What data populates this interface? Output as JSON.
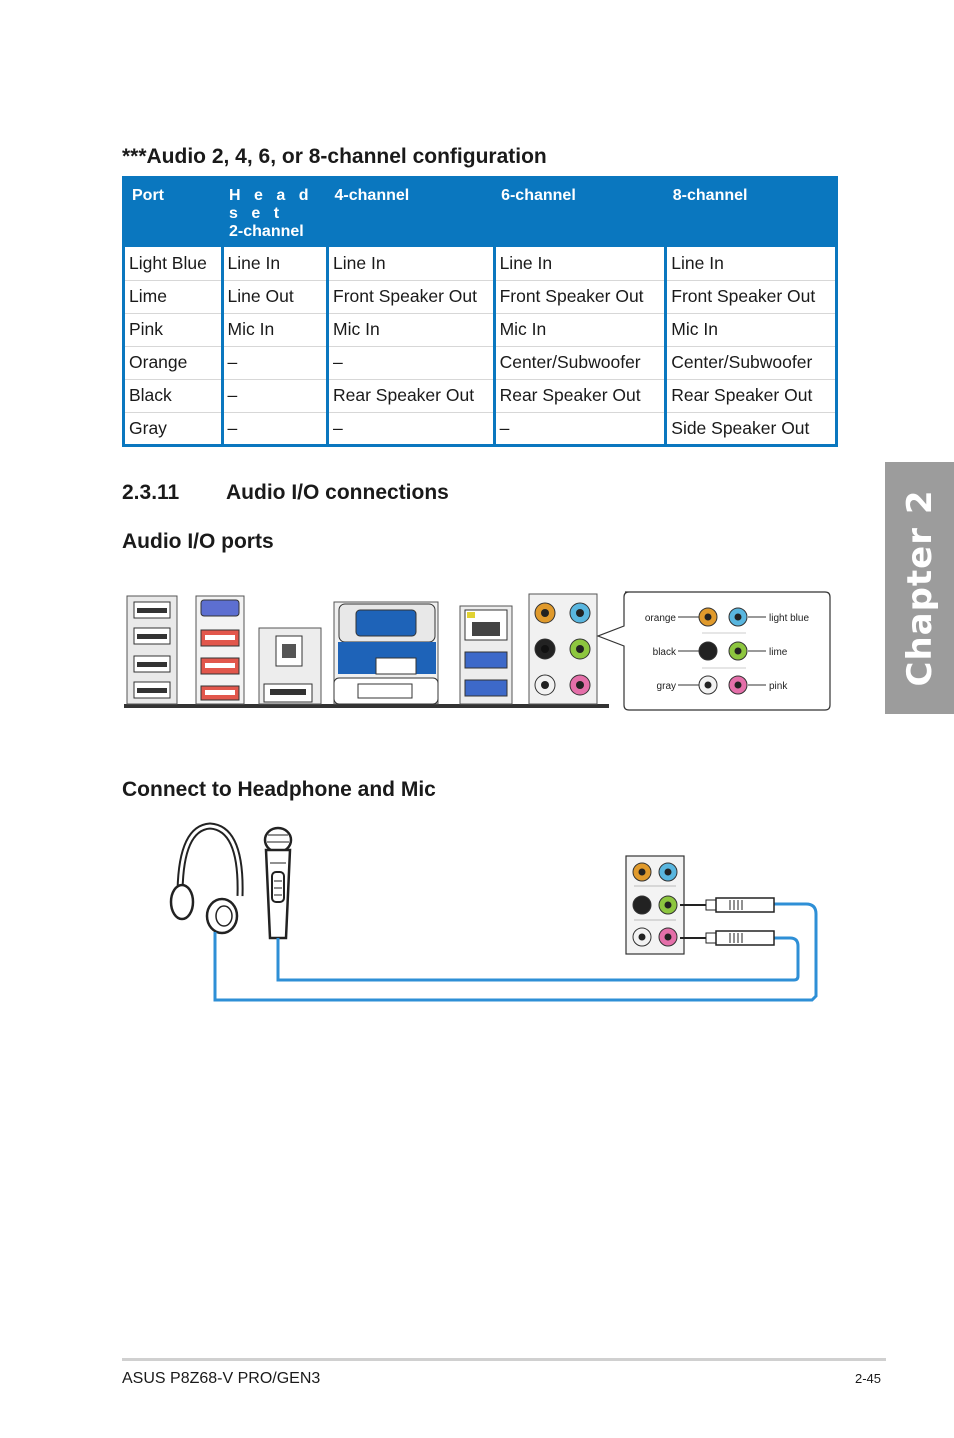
{
  "chapter_tab": {
    "label": "Chapter 2"
  },
  "table_section": {
    "title": "***Audio 2, 4, 6, or 8-channel configuration",
    "headers": {
      "port": "Port",
      "headset_line1": "H e a d s e t",
      "headset_line2": "2-channel",
      "ch4": "4-channel",
      "ch6": "6-channel",
      "ch8": "8-channel"
    },
    "rows": [
      [
        "Light Blue",
        "Line In",
        "Line In",
        "Line In",
        "Line In"
      ],
      [
        "Lime",
        "Line Out",
        "Front Speaker Out",
        "Front Speaker Out",
        "Front Speaker Out"
      ],
      [
        "Pink",
        "Mic In",
        "Mic In",
        "Mic In",
        "Mic In"
      ],
      [
        "Orange",
        "–",
        "–",
        "Center/Subwoofer",
        "Center/Subwoofer"
      ],
      [
        "Black",
        "–",
        "Rear Speaker Out",
        "Rear Speaker Out",
        "Rear Speaker Out"
      ],
      [
        "Gray",
        "–",
        "–",
        "–",
        "Side Speaker Out"
      ]
    ]
  },
  "section": {
    "number": "2.3.11",
    "title": "Audio I/O connections",
    "ports_heading": "Audio I/O ports",
    "connect_heading": "Connect to Headphone and Mic"
  },
  "jack_callout": {
    "orange": "orange",
    "light_blue": "light blue",
    "black": "black",
    "lime": "lime",
    "gray": "gray",
    "pink": "pink"
  },
  "colors": {
    "table_blue": "#0a77bf",
    "orange": "#e09a2c",
    "light_blue": "#59b6df",
    "lime": "#8dc63f",
    "pink": "#e46fa9",
    "gray": "#f2f2f2",
    "black": "#222222",
    "cable": "#2e8fd6",
    "chapter_tab": "#9c9c9c"
  },
  "footer": {
    "model": "ASUS P8Z68-V PRO/GEN3",
    "page": "2-45"
  }
}
